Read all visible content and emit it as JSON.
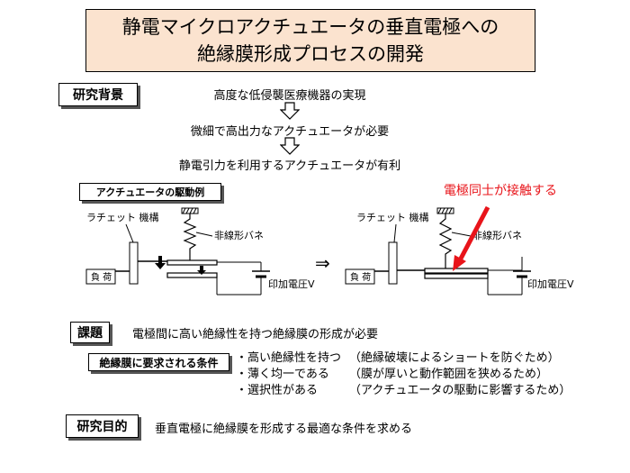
{
  "title": {
    "line1": "静電マイクロアクチュエータの垂直電極への",
    "line2": "絶縁膜形成プロセスの開発"
  },
  "background": {
    "label": "研究背景",
    "flow": [
      "高度な低侵襲医療機器の実現",
      "微細で高出力なアクチュエータが必要",
      "静電引力を利用するアクチュエータが有利"
    ]
  },
  "diagram": {
    "label": "アクチュエータの駆動例",
    "contact_note": "電極同士が接触する",
    "contact_note_color": "#e8141a",
    "left": {
      "ratchet": "ラチェット 機構",
      "spring": "非線形バネ",
      "load": "負 荷",
      "voltage": "印加電圧V"
    },
    "right": {
      "ratchet": "ラチェット 機構",
      "spring": "非線形バネ",
      "load": "負 荷",
      "voltage": "印加電圧V"
    },
    "transition": "⇒"
  },
  "issue": {
    "label": "課題",
    "text": "電極間に高い絶縁性を持つ絶縁膜の形成が必要"
  },
  "requirements": {
    "label": "絶縁膜に要求される条件",
    "items": [
      {
        "condition": "・高い絶縁性を持つ",
        "reason": "（絶縁破壊によるショートを防ぐため）"
      },
      {
        "condition": "・薄く均一である",
        "reason": "（膜が厚いと動作範囲を狭めるため）"
      },
      {
        "condition": "・選択性がある",
        "reason": "（アクチュエータの駆動に影響するため）"
      }
    ]
  },
  "purpose": {
    "label": "研究目的",
    "text": "垂直電極に絶縁膜を形成する最適な条件を求める"
  }
}
